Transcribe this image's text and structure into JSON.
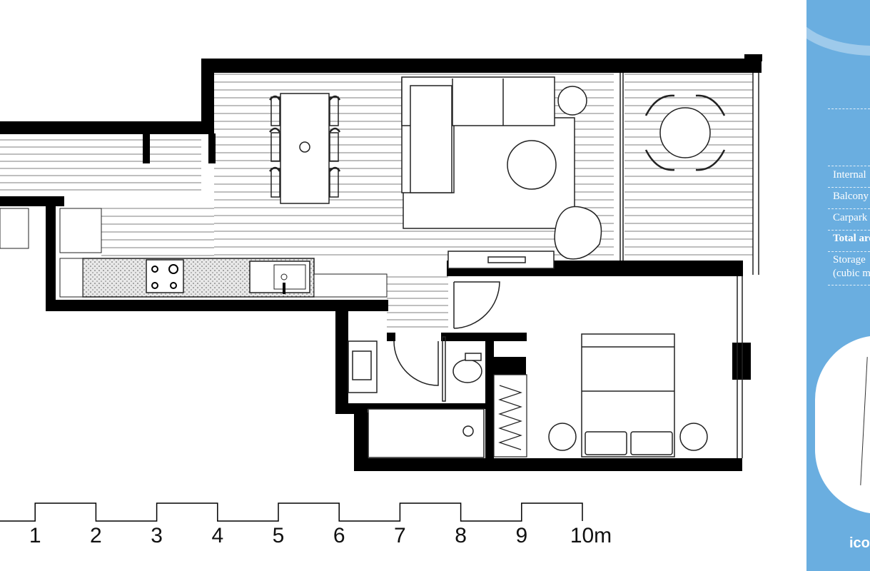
{
  "scale_bar": {
    "labels": [
      "1",
      "2",
      "3",
      "4",
      "5",
      "6",
      "7",
      "8",
      "9",
      "10m"
    ]
  },
  "panel": {
    "rows": [
      {
        "text": "Internal"
      },
      {
        "text": "Balcony"
      },
      {
        "text": "Carpark"
      },
      {
        "text": "Total area",
        "bold": true
      },
      {
        "text": "Storage"
      },
      {
        "text": "(cubic m"
      }
    ],
    "brand": "ico"
  },
  "colors": {
    "panel_blue": "#6aaee0",
    "wall": "#000000",
    "line": "#222222",
    "counter_fill": "#bdbdbd"
  }
}
